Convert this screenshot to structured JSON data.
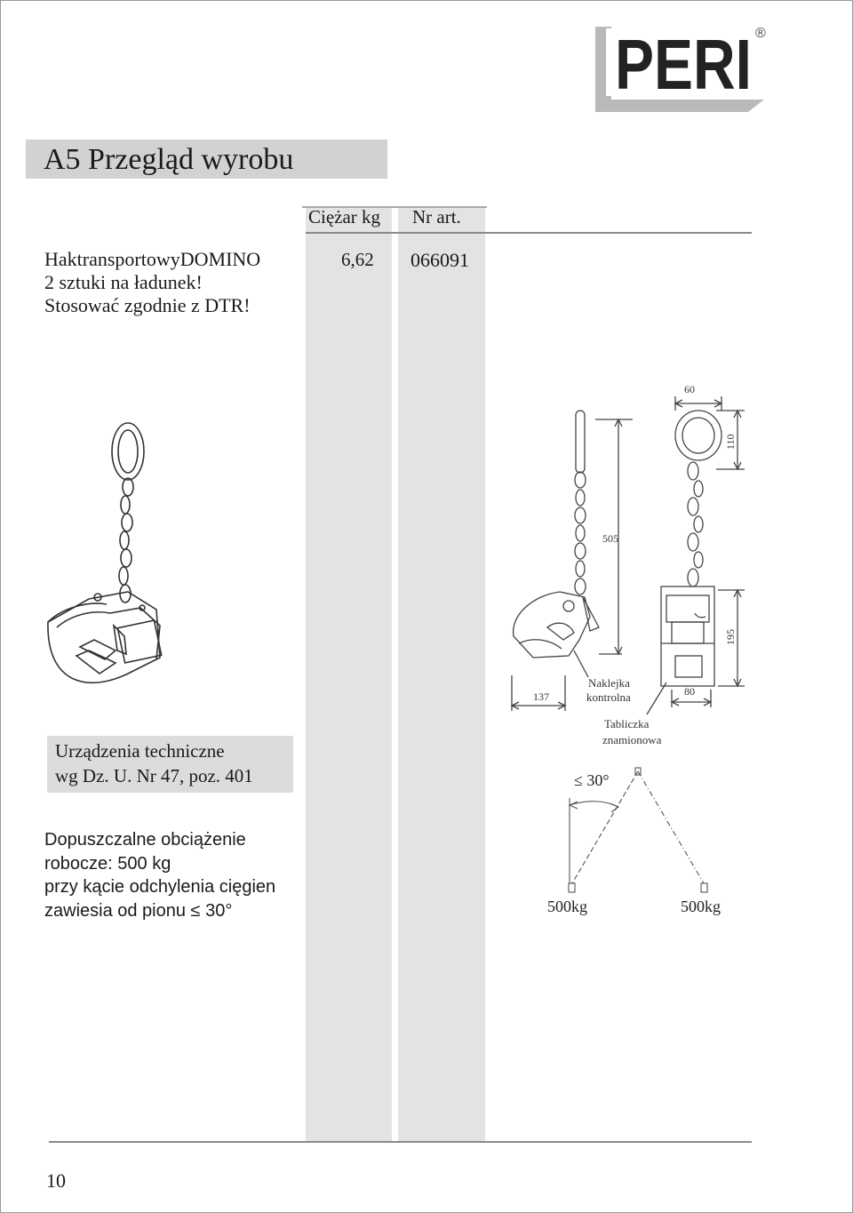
{
  "logo": {
    "text": "PERI",
    "mark": "®"
  },
  "title": "A5 Przegląd wyrobu",
  "table_header": {
    "weight": "Ciężar kg",
    "article": "Nr art."
  },
  "product": {
    "lines": [
      "HaktransportowyDOMINO",
      "2 sztuki na ładunek!",
      "Stosować zgodnie z DTR!"
    ],
    "weight": "6,62",
    "article": "066091"
  },
  "regulation": {
    "lines": [
      "Urządzenia techniczne",
      "wg Dz. U. Nr 47, poz. 401"
    ]
  },
  "load_info": {
    "lines": [
      "Dopuszczalne obciążenie",
      "robocze: 500 kg",
      "przy kącie odchylenia cięgien",
      "zawiesia od pionu ≤ 30°"
    ]
  },
  "drawing": {
    "dims": {
      "d60": "60",
      "d110": "110",
      "d505": "505",
      "d195": "195",
      "d137": "137",
      "d80": "80"
    },
    "labels": {
      "naklejka1": "Naklejka",
      "naklejka2": "kontrolna",
      "tabliczka1": "Tabliczka",
      "tabliczka2": "znamionowa",
      "angle": "≤ 30°",
      "load_left": "500kg",
      "load_right": "500kg"
    }
  },
  "page_number": "10"
}
